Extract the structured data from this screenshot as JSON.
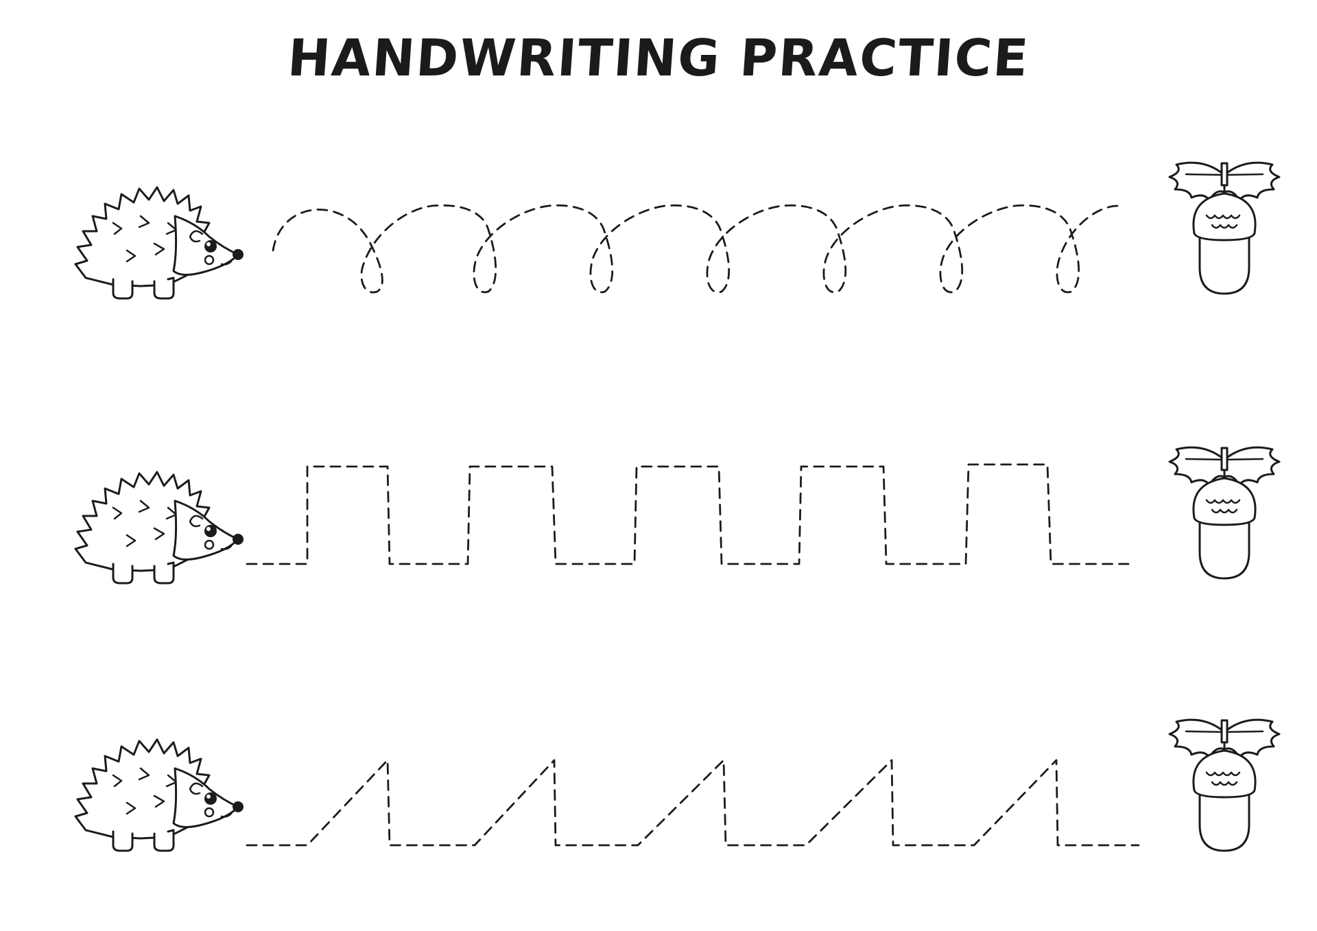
{
  "worksheet": {
    "title": "HANDWRITING PRACTICE",
    "rows": [
      {
        "line_style": "loops",
        "start_icon": "hedgehog-icon",
        "end_icon": "acorn-icon"
      },
      {
        "line_style": "square-wave",
        "start_icon": "hedgehog-icon",
        "end_icon": "acorn-icon"
      },
      {
        "line_style": "sawtooth",
        "start_icon": "hedgehog-icon",
        "end_icon": "acorn-icon"
      }
    ],
    "colors": {
      "ink": "#1b1b1b",
      "paper": "#ffffff"
    }
  }
}
